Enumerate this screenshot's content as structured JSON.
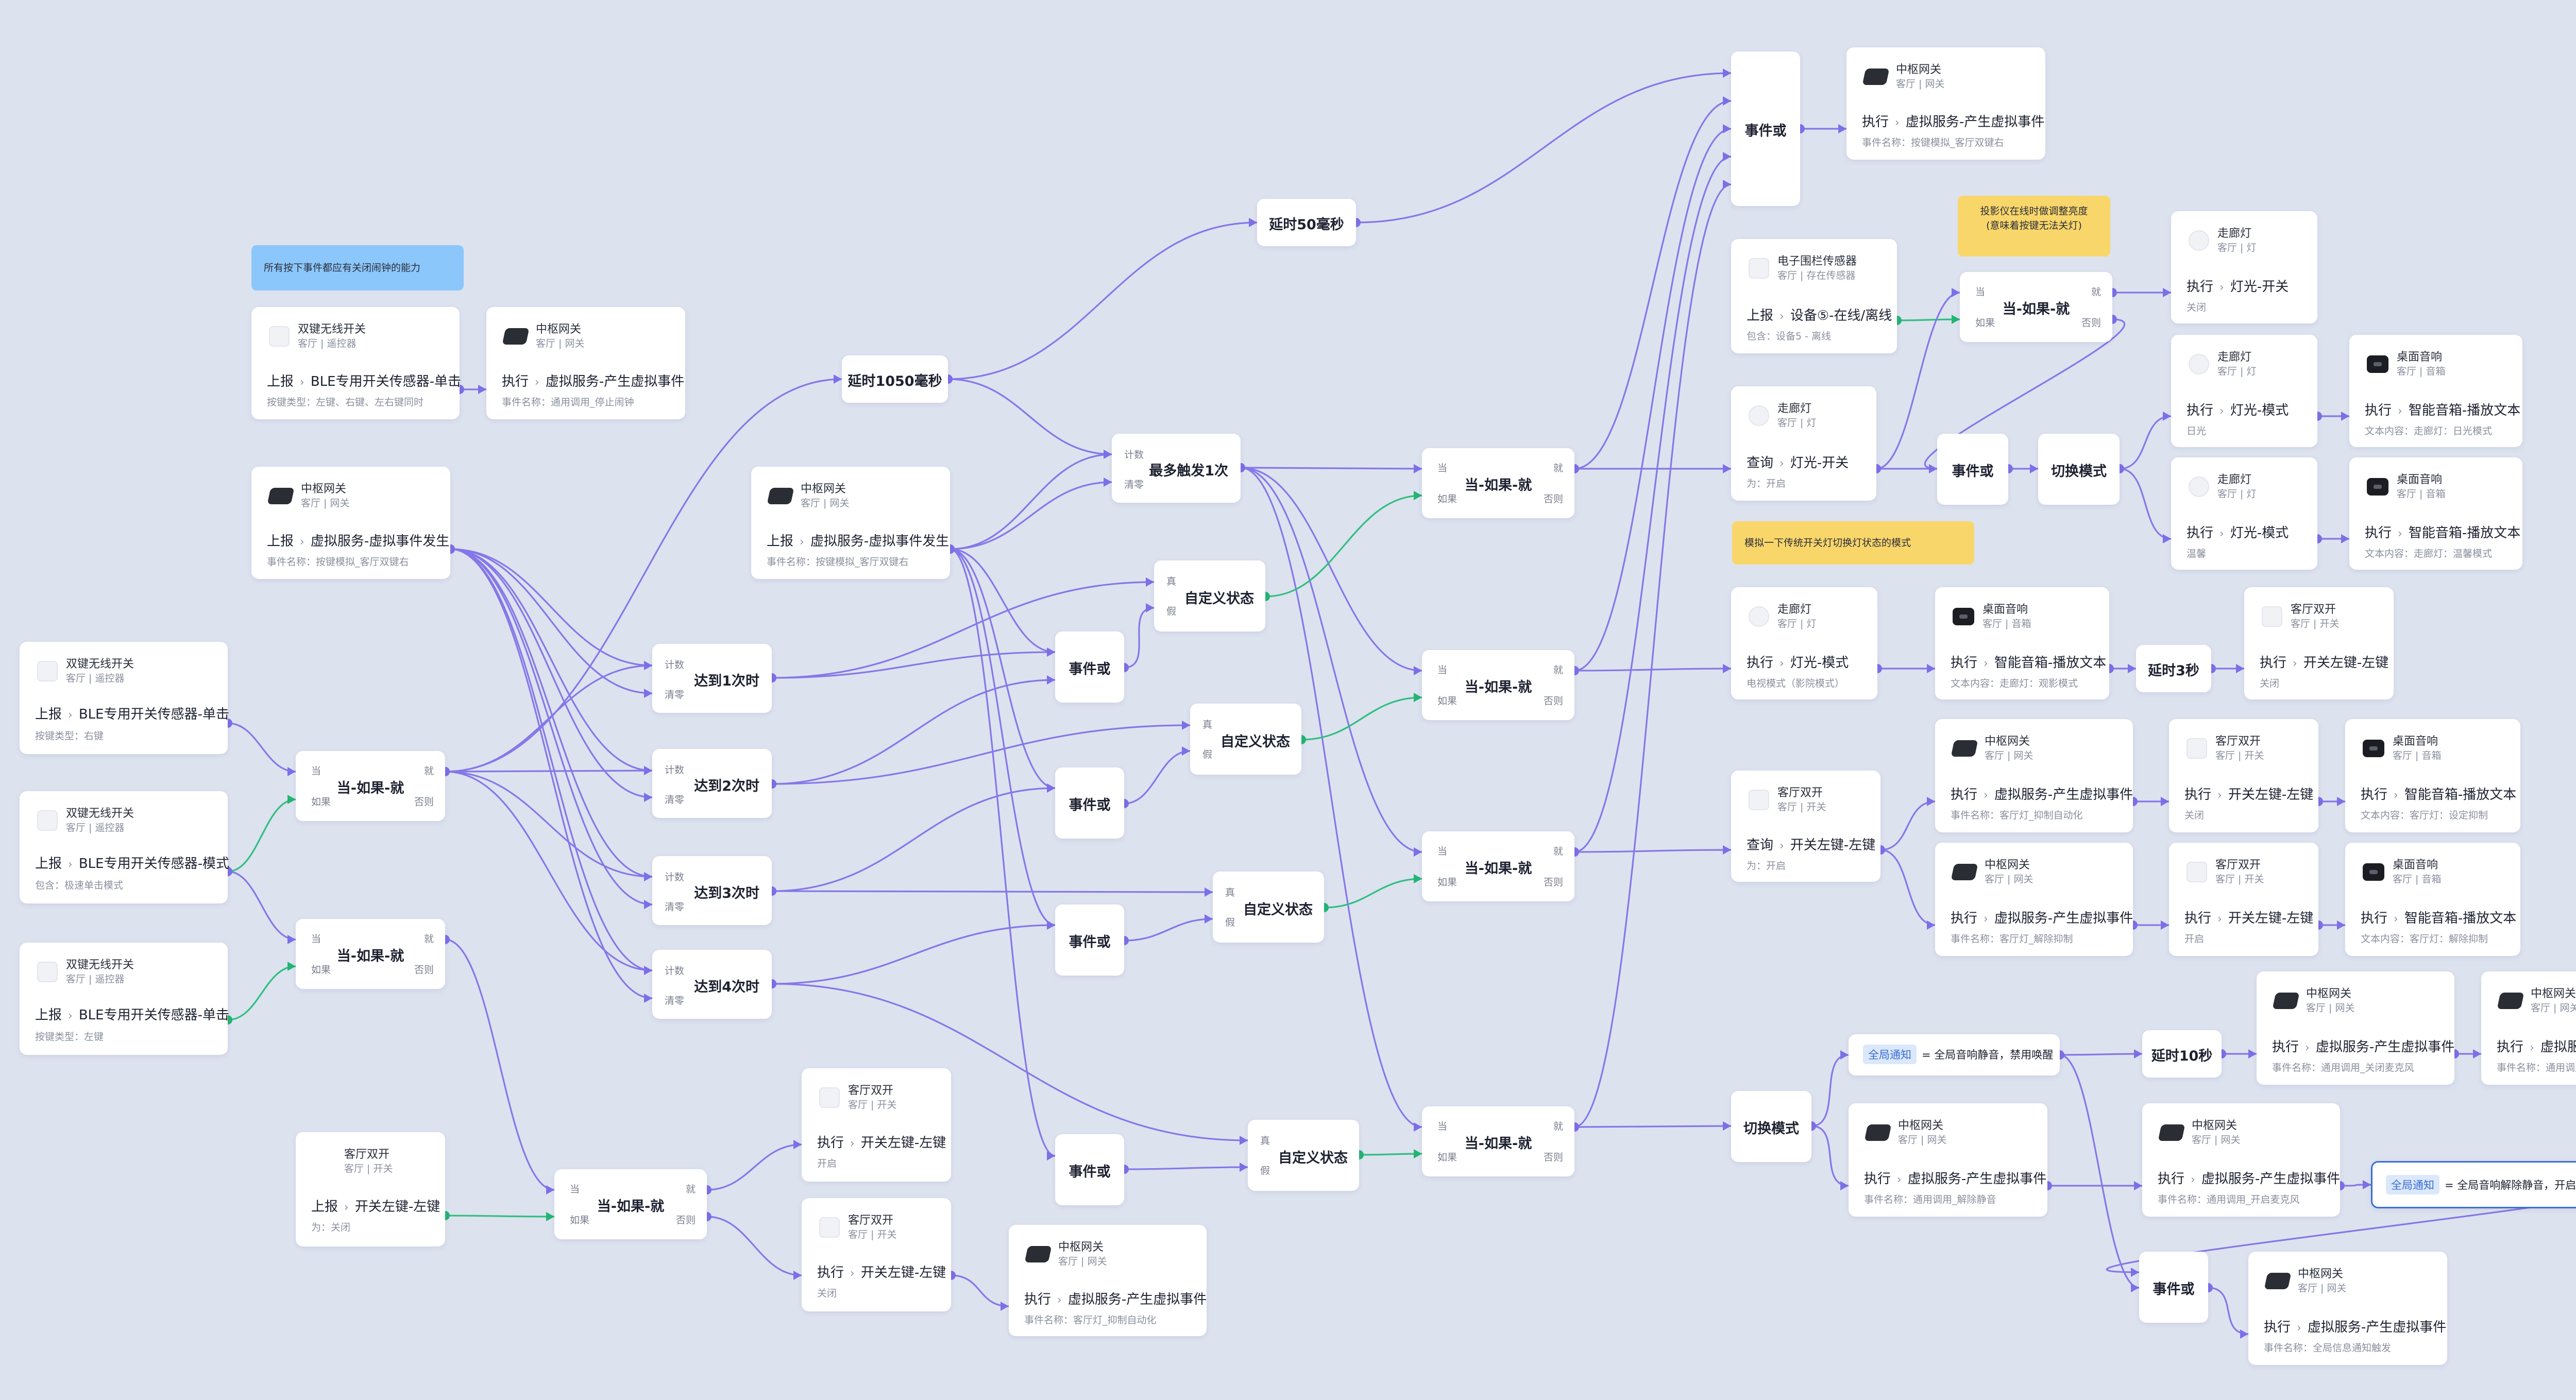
{
  "notes": {
    "ble_note": "所有按下事件都应有关闭闹钟的能力",
    "projector_note_1": "投影仪在线时做调整亮度",
    "projector_note_2": "(意味着按键无法关灯)",
    "simulate_note": "模拟一下传统开关灯切换灯状态的模式"
  },
  "labels": {
    "when": "当",
    "then": "就",
    "if": "如果",
    "else": "否则",
    "count": "计数",
    "clear": "清零",
    "true": "真",
    "false": "假",
    "chev": "›",
    "report": "上报",
    "execute": "执行",
    "query": "查询"
  },
  "controls": {
    "when_if_then": "当-如果-就",
    "event_or": "事件或",
    "custom_state": "自定义状态",
    "at_most_once": "最多触发1次",
    "reach_1": "达到1次时",
    "reach_2": "达到2次时",
    "reach_3": "达到3次时",
    "reach_4": "达到4次时",
    "delay_50ms": "延时50毫秒",
    "delay_1050ms": "延时1050毫秒",
    "delay_3s": "延时3秒",
    "delay_10s": "延时10秒",
    "switch_mode": "切换模式"
  },
  "devices": {
    "dual_wireless": "双键无线开关",
    "remote_room": "客厅 | 遥控器",
    "hub": "中枢网关",
    "hub_room": "客厅 | 网关",
    "living_dual": "客厅双开",
    "living_switch_room": "客厅 | 开关",
    "corridor_light": "走廊灯",
    "corridor_room": "客厅 | 灯",
    "desk_speaker": "桌面音响",
    "speaker_room": "客厅 | 音箱",
    "fence_sensor": "电子围栏传感器",
    "fence_room": "客厅 | 存在传感器"
  },
  "actions": {
    "ble_single": "BLE专用开关传感器-单击",
    "ble_mode": "BLE专用开关传感器-模式",
    "virtual_event_happen": "虚拟服务-虚拟事件发生",
    "virtual_event_generate": "虚拟服务-产生虚拟事件",
    "switch_left": "开关左键-左键",
    "light_switch": "灯光-开关",
    "light_mode": "灯光-模式",
    "speaker_tts": "智能音箱-播放文本",
    "device_online": "设备⑤-在线/离线"
  },
  "details": {
    "key_type_lmr": "按键类型：左键、右键、左右键同时",
    "key_type_right": "按键类型：右键",
    "key_type_left": "按键类型：左键",
    "contains_fast_click": "包含：极速单击模式",
    "event_sim_double_right": "事件名称：按键模拟_客厅双键右",
    "event_call_stop_alarm": "事件名称：通用调用_停止闹钟",
    "event_suppress_auto": "事件名称：客厅灯_抑制自动化",
    "event_unmute": "事件名称：通用调用_解除静音",
    "event_call_close_mic": "事件名称：通用调用_关闭麦克风",
    "event_call_mute": "事件名称：通用调用_音响静音",
    "event_call_open_mic": "事件名称：通用调用_开启麦克风",
    "event_global_notify": "事件名称：全局信息通知触发",
    "event_release_suppress": "事件名称：客厅灯_解除抑制",
    "state_open": "开启",
    "state_close": "关闭",
    "is_close": "为：关闭",
    "is_open": "为：开启",
    "sunlight": "日光",
    "warm": "温馨",
    "tv_mode": "电视模式（影院模式）",
    "contains_device5": "包含：设备5 - 离线",
    "text_sunlight": "文本内容：走廊灯：日光模式",
    "text_warm": "文本内容：走廊灯：温馨模式",
    "text_viewing": "文本内容：走廊灯：观影模式",
    "text_set_suppress": "文本内容：客厅灯：设定抑制",
    "text_release_suppress": "文本内容：客厅灯：解除抑制"
  },
  "variables": {
    "tag": "全局通知",
    "mute_disable": "= 全局音响静音，禁用唤醒",
    "unmute_enable": "= 全局音响解除静音，开启唤醒"
  },
  "colors": {
    "wire": "#8577e8",
    "wire_active": "#2fbf7f",
    "port": "#7d6fe8",
    "port_active": "#22b573",
    "selected_border": "#3b6ed3"
  }
}
